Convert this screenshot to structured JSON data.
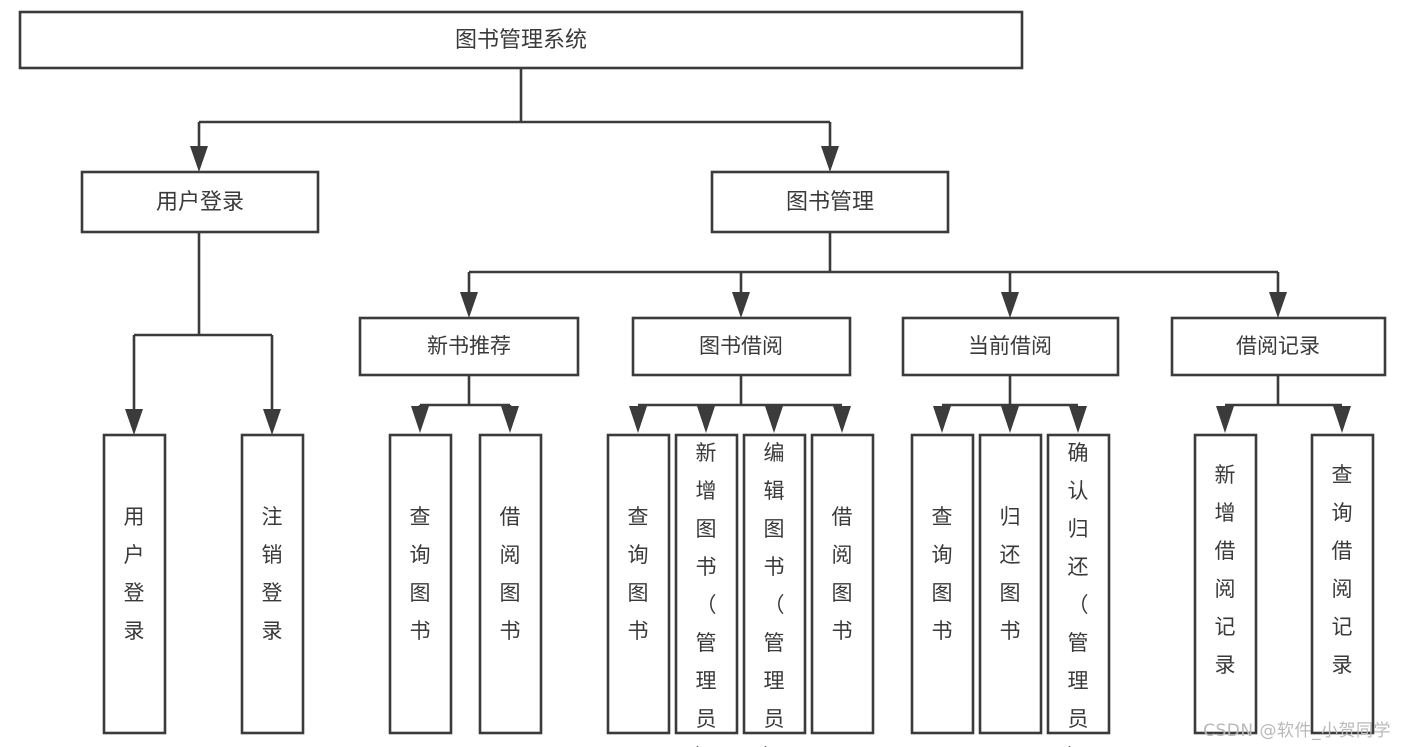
{
  "diagram": {
    "type": "tree",
    "title": "图书管理系统",
    "root": {
      "label": "图书管理系统"
    },
    "level1": [
      {
        "label": "用户登录"
      },
      {
        "label": "图书管理"
      }
    ],
    "level2": [
      {
        "label": "新书推荐"
      },
      {
        "label": "图书借阅"
      },
      {
        "label": "当前借阅"
      },
      {
        "label": "借阅记录"
      }
    ],
    "leaves": {
      "user_login": [
        {
          "label": "用户登录"
        },
        {
          "label": "注销登录"
        }
      ],
      "new_book": [
        {
          "label": "查询图书"
        },
        {
          "label": "借阅图书"
        }
      ],
      "book_borrow": [
        {
          "label": "查询图书"
        },
        {
          "label": "新增图书（管理员）"
        },
        {
          "label": "编辑图书（管理员）"
        },
        {
          "label": "借阅图书"
        }
      ],
      "current_borrow": [
        {
          "label": "查询图书"
        },
        {
          "label": "归还图书"
        },
        {
          "label": "确认归还（管理员）"
        }
      ],
      "borrow_record": [
        {
          "label": "新增借阅记录"
        },
        {
          "label": "查询借阅记录"
        }
      ]
    }
  },
  "watermark": {
    "text": "CSDN @软件_小贺同学"
  },
  "colors": {
    "stroke": "#3b3b3b",
    "text": "#3a3a3a",
    "background": "#ffffff",
    "watermark": "#b9b9b9"
  }
}
